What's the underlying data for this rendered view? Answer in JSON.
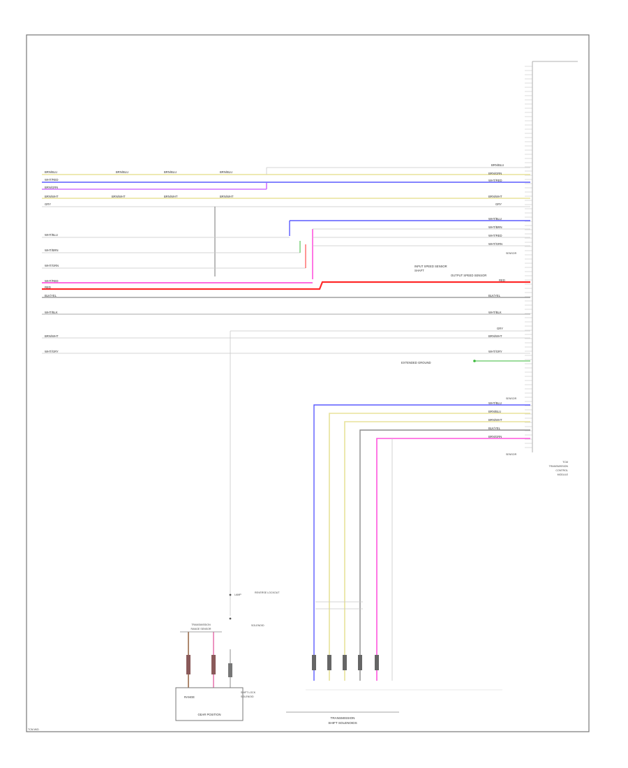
{
  "colors": {
    "yellow": "#e8e29a",
    "blue": "#5a5aff",
    "violet": "#d070ff",
    "magenta": "#ff55dd",
    "red": "#ff2a2a",
    "gray": "#8c8c8c",
    "light_gray": "#c8c8c8",
    "green": "#3ab83a",
    "brown": "#9a6a4a",
    "pink": "#e87ab0",
    "frame": "#777777"
  },
  "connector": {
    "title_lines": [
      "TCM",
      "TRANSMISSION",
      "CONTROL",
      "MODULE"
    ],
    "ground_label": "SENSOR"
  },
  "module_left": {
    "lower_ground_label": "SENSOR"
  },
  "wires": {
    "w1": "BRN/BLU",
    "w2": "WHT/RED",
    "w3": "BRN/GRN",
    "w4": "BRN/WHT",
    "w5": "GRY",
    "w6": "WHT/BLU",
    "w7": "WHT/BRN",
    "w8": "WHT/RED",
    "w9": "WHT/GRN",
    "w10": "RED",
    "w11": "BLK/YEL",
    "w12": "WHT/BLK",
    "w13": "BRN/WHT",
    "w14": "WHT/GRY"
  },
  "annotations": {
    "speed_sensor": "INPUT SPEED SENSOR",
    "output_sensor": "OUTPUT SPEED SENSOR",
    "extended_ground": "EXTENDED GROUND",
    "reverse": "REVERSE LOCKOUT",
    "shaft": "SHAFT",
    "lamp": "LAMP",
    "solenoid": "SOLENOID"
  },
  "bottom_left": {
    "title_lines": [
      "TRANSMISSION",
      "RANGE SENSOR"
    ],
    "inner_label": "RANGE",
    "caption": "GEAR POSITION",
    "side_label_lines": [
      "SHIFT LOCK",
      "SOLENOID"
    ]
  },
  "bottom_center": {
    "caption_lines": [
      "TRANSMISSION",
      "SHIFT SOLENOIDS"
    ]
  },
  "footer": {
    "page_code": "TCM W/D"
  }
}
